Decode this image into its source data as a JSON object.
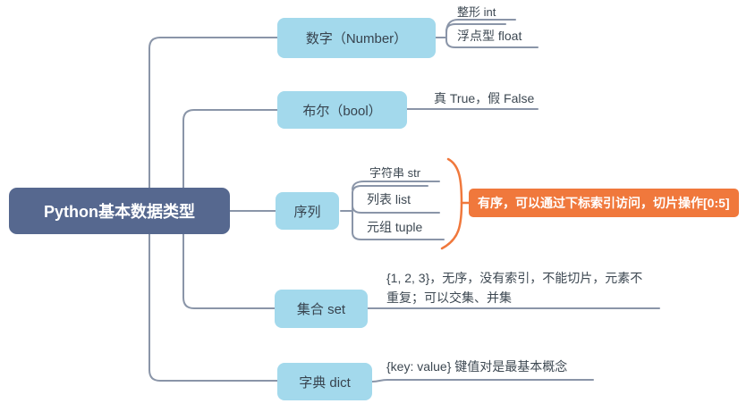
{
  "root": {
    "label": "Python基本数据类型"
  },
  "branches": {
    "number": {
      "label": "数字（Number）"
    },
    "bool": {
      "label": "布尔（bool）"
    },
    "sequence": {
      "label": "序列"
    },
    "set": {
      "label": "集合 set"
    },
    "dict": {
      "label": "字典 dict"
    }
  },
  "leaves": {
    "int": {
      "label": "整形 int"
    },
    "float": {
      "label": "浮点型 float"
    },
    "str": {
      "label": "字符串 str"
    },
    "list": {
      "label": "列表 list"
    },
    "tuple": {
      "label": "元组 tuple"
    }
  },
  "notes": {
    "bool": {
      "text": "真 True，假 False"
    },
    "set": {
      "line1": "{1, 2, 3}，无序，没有索引，不能切片，元素不",
      "line2": "重复；可以交集、并集"
    },
    "dict": {
      "text": "{key: value} 键值对是最基本概念"
    }
  },
  "callouts": {
    "sequence": {
      "text": "有序，可以通过下标索引访问，切片操作[0:5]"
    }
  },
  "colors": {
    "branch_fill": "#a3d9ec",
    "root_fill": "#56688f",
    "callout_fill": "#f0783c",
    "connector": "#8a95a8",
    "text": "#3d4852",
    "root_text": "#ffffff"
  }
}
